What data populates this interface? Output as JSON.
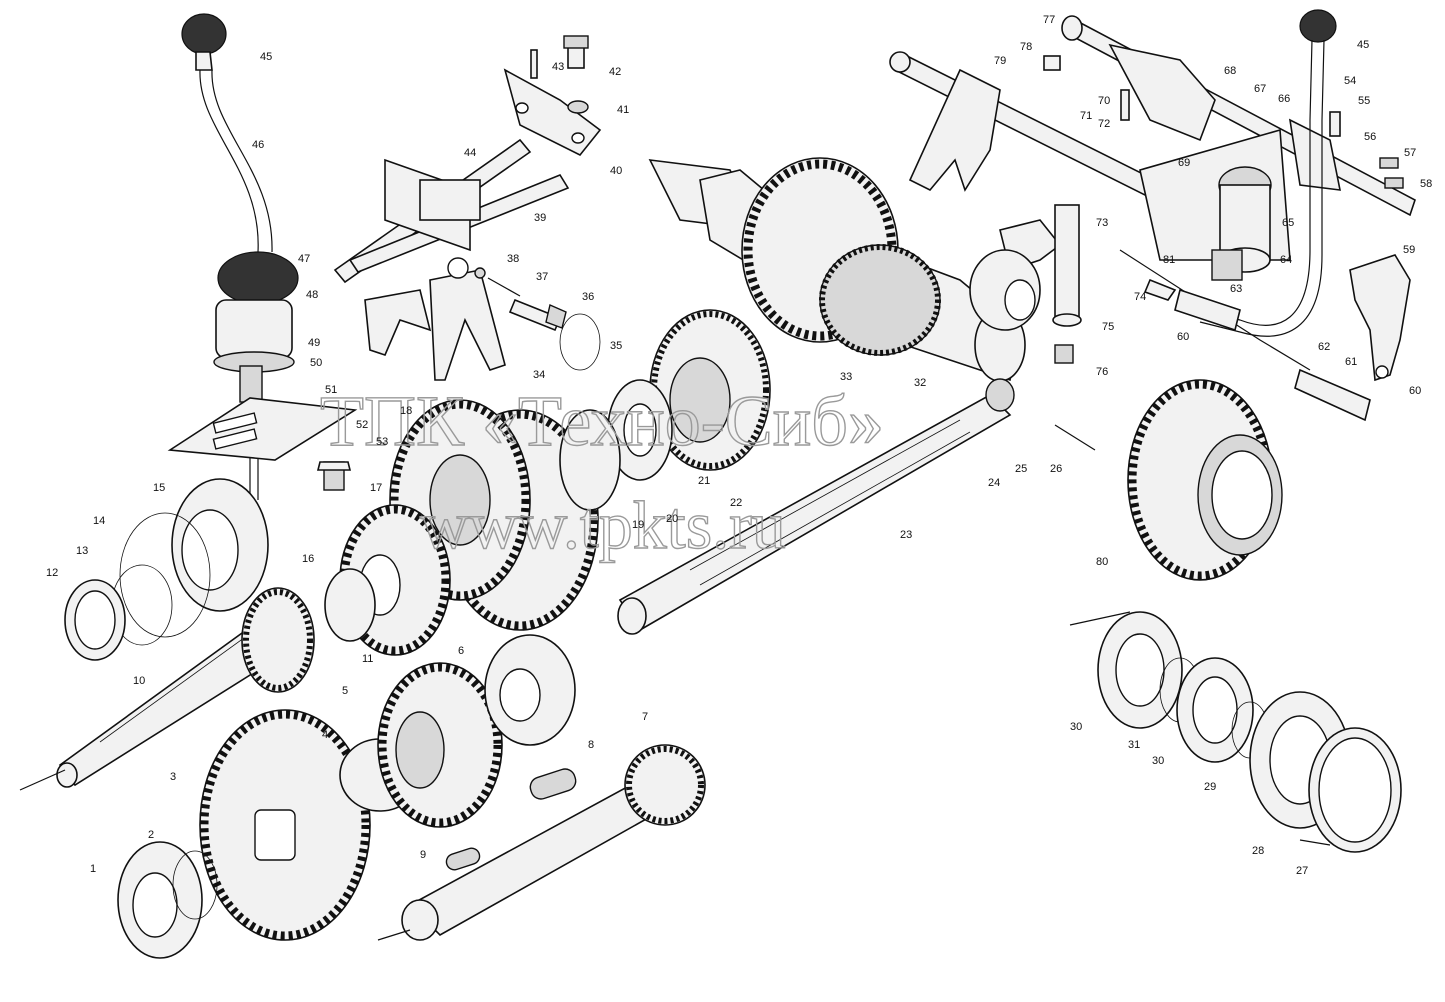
{
  "watermark": {
    "line1": "ТПК «Техно-Сиб»",
    "line2": "www.tpkts.ru"
  },
  "part_labels": [
    "1",
    "2",
    "3",
    "4",
    "5",
    "6",
    "7",
    "8",
    "9",
    "10",
    "11",
    "12",
    "13",
    "14",
    "15",
    "16",
    "17",
    "18",
    "19",
    "20",
    "21",
    "22",
    "23",
    "24",
    "25",
    "26",
    "27",
    "28",
    "29",
    "30",
    "30",
    "31",
    "32",
    "33",
    "34",
    "35",
    "36",
    "37",
    "38",
    "39",
    "40",
    "41",
    "42",
    "43",
    "44",
    "45",
    "45",
    "46",
    "47",
    "48",
    "49",
    "50",
    "51",
    "52",
    "53",
    "54",
    "55",
    "56",
    "57",
    "58",
    "59",
    "60",
    "60",
    "61",
    "62",
    "63",
    "64",
    "65",
    "66",
    "67",
    "68",
    "69",
    "70",
    "71",
    "72",
    "73",
    "74",
    "75",
    "76",
    "77",
    "78",
    "79",
    "80",
    "81"
  ]
}
